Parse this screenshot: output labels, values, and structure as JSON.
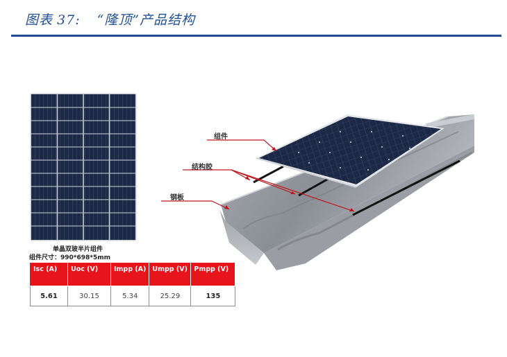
{
  "figure": {
    "number_label": "图表",
    "number": "37:",
    "title": "“隆顶”产品结构",
    "accent_color": "#1f4e96"
  },
  "module": {
    "name": "单晶双玻半片组件",
    "size_label": "组件尺寸：990*698*5mm",
    "grid": {
      "columns": 4,
      "rows": 11
    },
    "cell_color": "#1e2a45"
  },
  "spec_table": {
    "header_color": "#e8141c",
    "columns": [
      "Isc (A)",
      "Uoc (V)",
      "Impp (A)",
      "Umpp (V)",
      "Pmpp (V)"
    ],
    "rows": [
      [
        "5.61",
        "30.15",
        "5.34",
        "25.29",
        "135"
      ]
    ]
  },
  "diagram": {
    "labels": {
      "module": "组件",
      "adhesive": "结构胶",
      "steel_plate": "钢板"
    },
    "leader_color": "#c0141c"
  }
}
